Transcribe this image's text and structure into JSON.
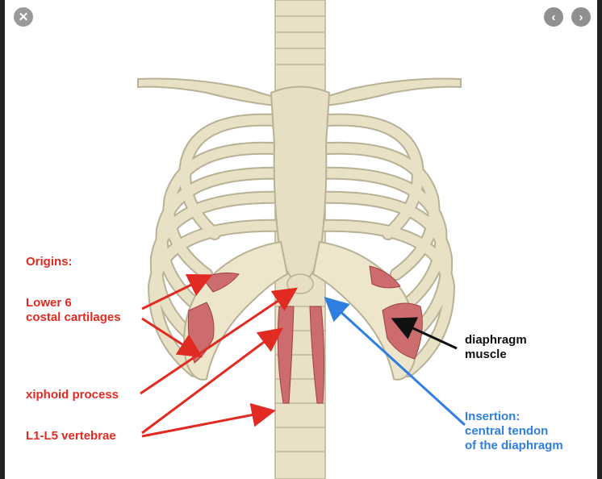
{
  "viewer": {
    "close_glyph": "✕",
    "prev_glyph": "‹",
    "next_glyph": "›",
    "icons": [
      "close-icon",
      "chevron-left-icon",
      "chevron-right-icon"
    ]
  },
  "labels": {
    "origins": "Origins:",
    "lower6_line1": "Lower 6",
    "lower6_line2": "costal cartilages",
    "xiphoid": "xiphoid process",
    "vertebrae": "L1-L5 vertebrae",
    "diaphragm_line1": "diaphragm",
    "diaphragm_line2": "muscle",
    "insertion_line1": "Insertion:",
    "insertion_line2": "central tendon",
    "insertion_line3": "of the diaphragm"
  },
  "colors": {
    "label_red": "#e12a21",
    "label_blue": "#2e7fe0",
    "label_black": "#111111",
    "bone": "#e6dfc4",
    "muscle": "#c9686a"
  }
}
